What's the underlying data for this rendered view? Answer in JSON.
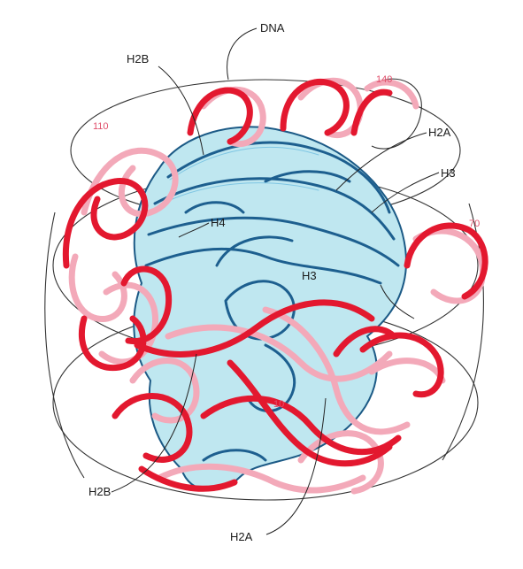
{
  "figure": {
    "labels": {
      "dna": "DNA",
      "h2b_top": "H2B",
      "h2a_top": "H2A",
      "h3_right": "H3",
      "h4": "H4",
      "h3_center": "H3",
      "h2b_bottom": "H2B",
      "h2a_bottom": "H2A"
    },
    "positions": {
      "p140": "140",
      "p110": "110",
      "p70": "70",
      "p10": "10"
    },
    "colors": {
      "dna_strand_1": "#e3182f",
      "dna_strand_2": "#f3a9b9",
      "histone_core": "#bfe7f0",
      "histone_outline": "#1d5f8f",
      "position_numbers": "#e0506c"
    }
  }
}
